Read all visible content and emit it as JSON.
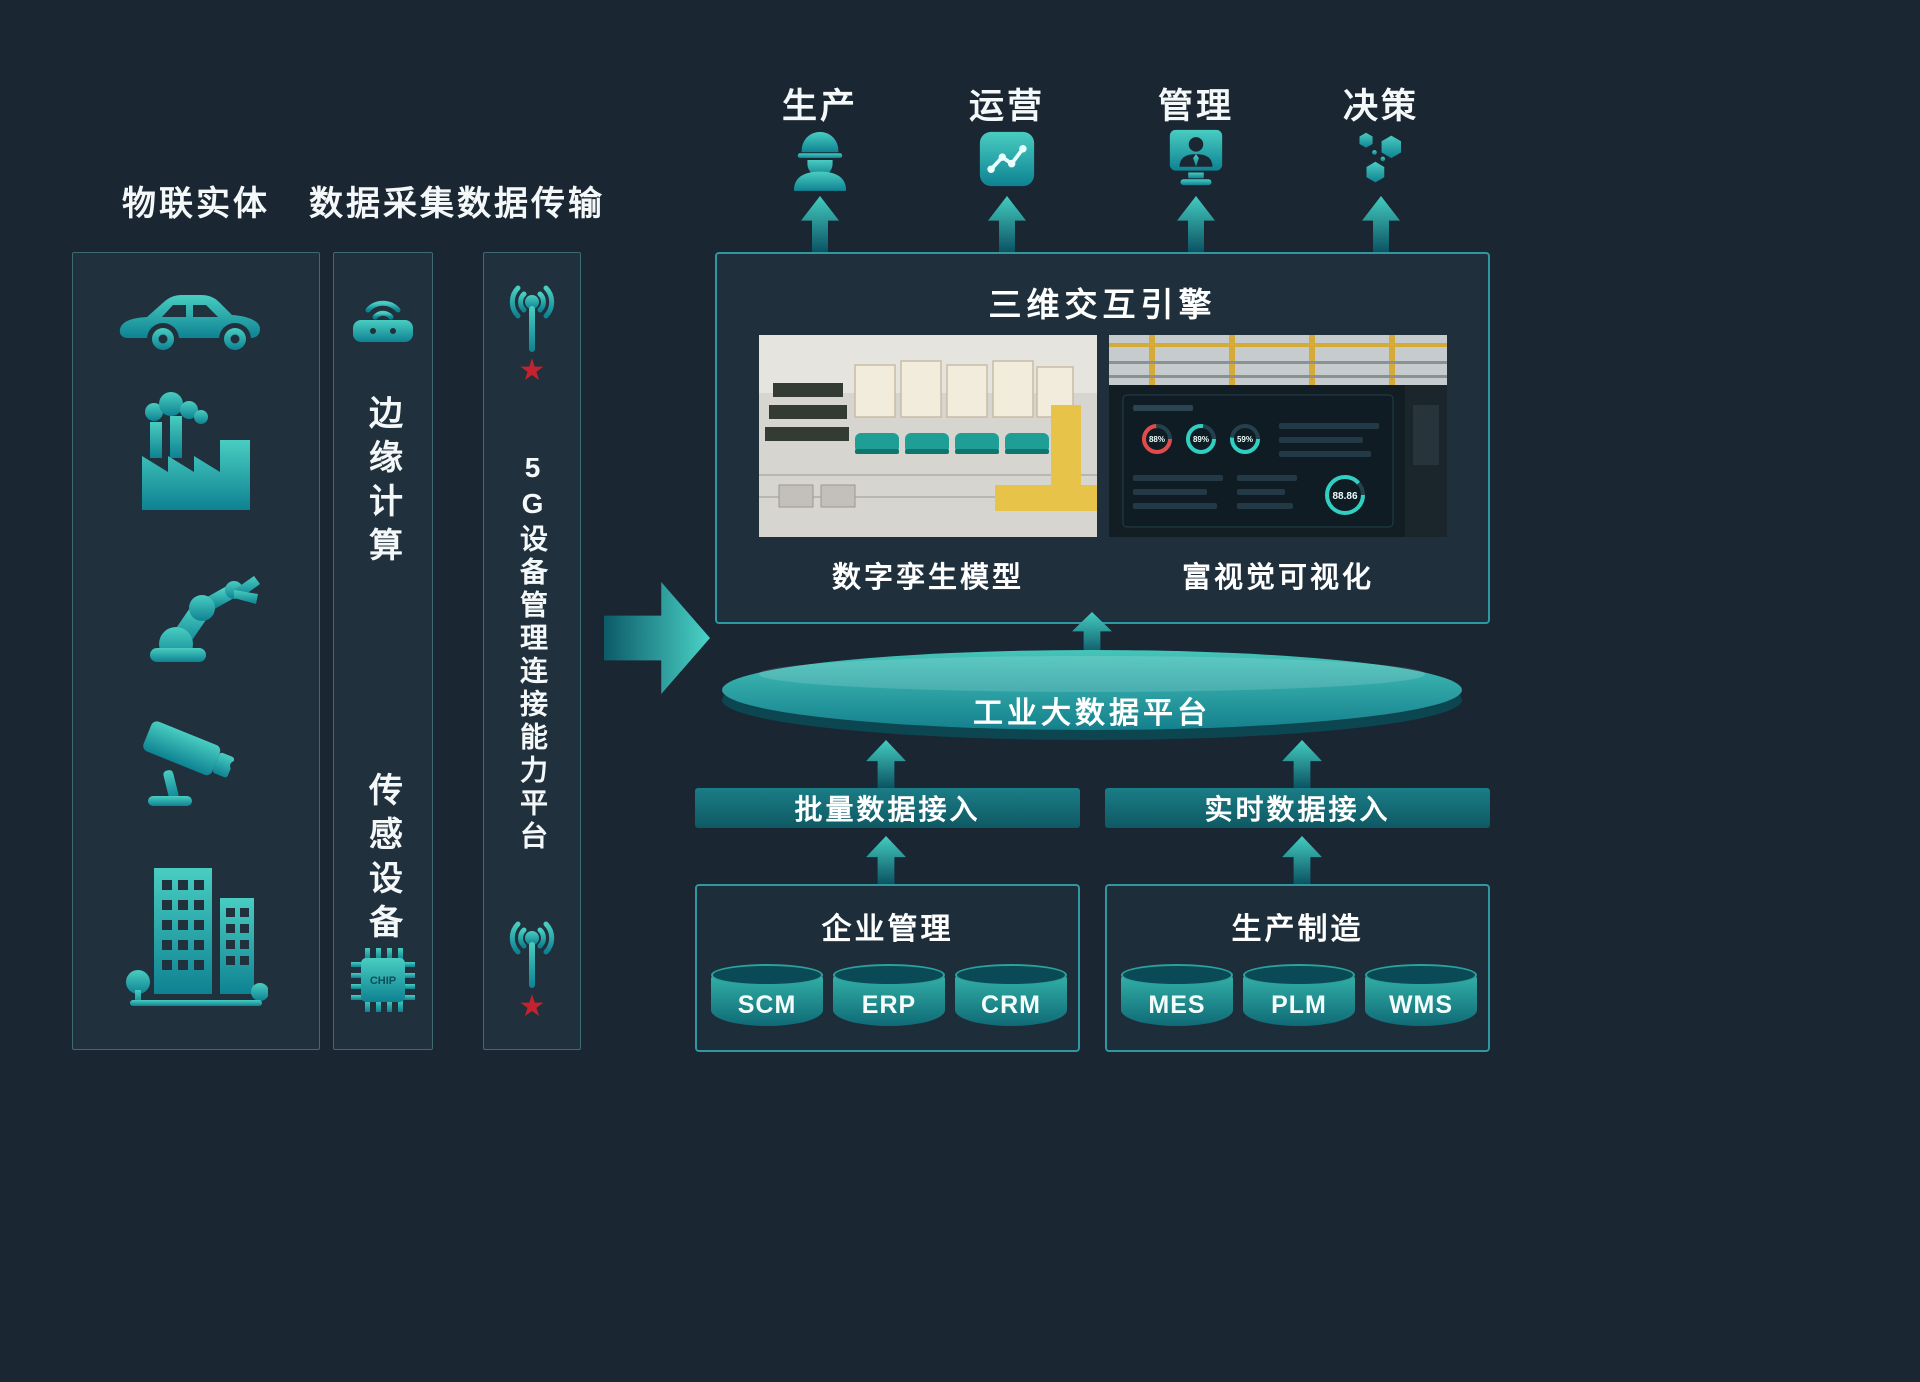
{
  "headers": {
    "iot": "物联实体",
    "collect": "数据采集",
    "transmit": "数据传输"
  },
  "collect": {
    "edge": "边缘计算",
    "sensor": "传感设备",
    "chip": "CHIP"
  },
  "transmit": {
    "platform": "5G设备管理连接能力平台"
  },
  "outputs": [
    {
      "label": "生产"
    },
    {
      "label": "运营"
    },
    {
      "label": "管理"
    },
    {
      "label": "决策"
    }
  ],
  "engine": {
    "title": "三维交互引擎",
    "left_caption": "数字孪生模型",
    "right_caption": "富视觉可视化",
    "gauges": [
      "88%",
      "89%",
      "59%"
    ],
    "big_gauge": "88.86"
  },
  "platform": {
    "label": "工业大数据平台"
  },
  "ingest": {
    "batch": "批量数据接入",
    "realtime": "实时数据接入"
  },
  "systems": [
    {
      "title": "企业管理",
      "cylinders": [
        "SCM",
        "ERP",
        "CRM"
      ]
    },
    {
      "title": "生产制造",
      "cylinders": [
        "MES",
        "PLM",
        "WMS"
      ]
    }
  ]
}
